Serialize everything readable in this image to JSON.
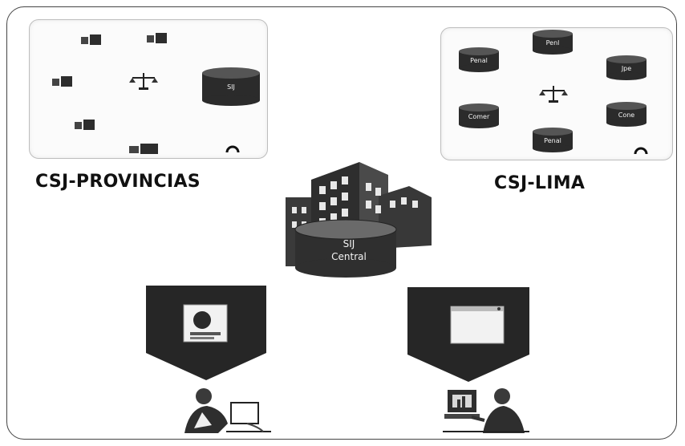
{
  "diagram": {
    "panels": {
      "provincias": {
        "title": "CSJ-PROVINCIAS",
        "database_label": "SIJ"
      },
      "lima": {
        "title": "CSJ-LIMA",
        "databases": [
          "Penal",
          "Penl",
          "Jpe",
          "Comer",
          "Cone",
          "Penal"
        ]
      }
    },
    "central": {
      "line1": "SIJ",
      "line2": "Central"
    },
    "colors": {
      "database_fill": "#2b2b2b",
      "building_fill": "#333333",
      "shield_fill": "#262626",
      "frame_border": "#444444"
    }
  }
}
